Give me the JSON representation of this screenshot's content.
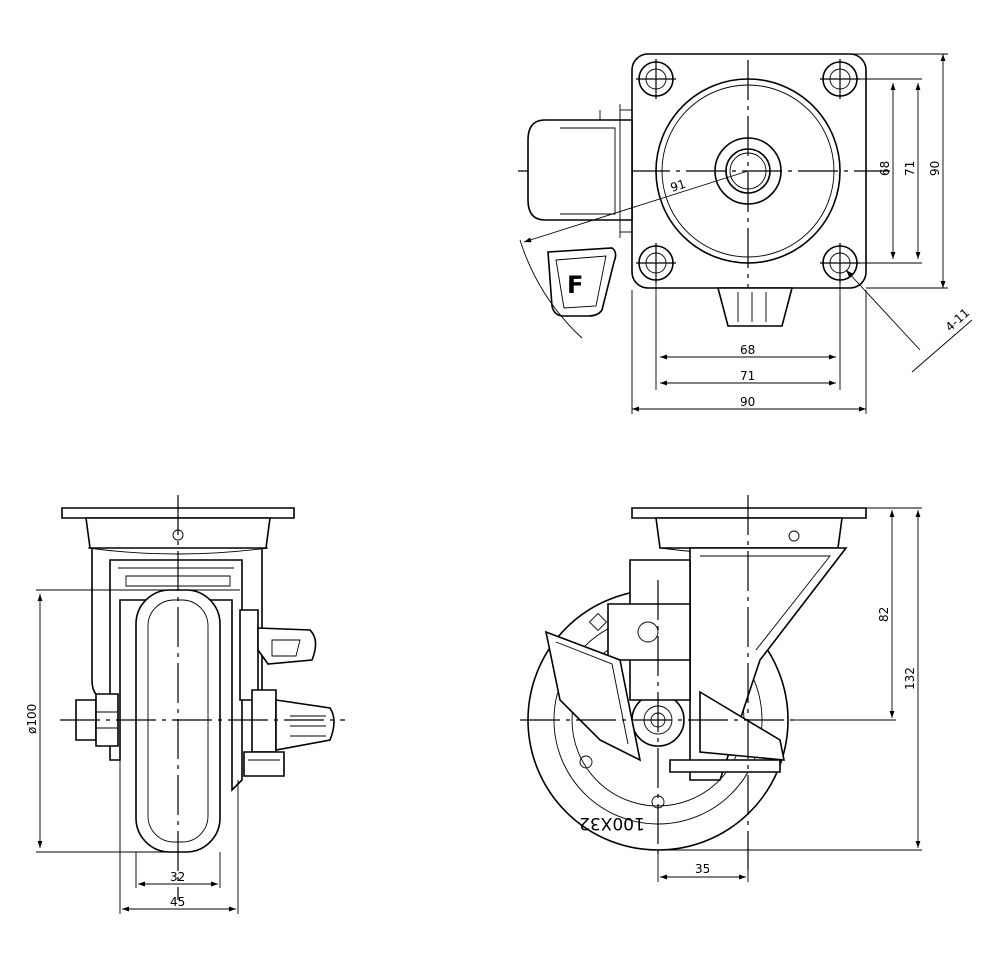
{
  "drawing": {
    "top_view": {
      "dims": {
        "hole_spacing_inner": "68",
        "hole_spacing_outer": "71",
        "plate_width": "90",
        "vert_inner": "68",
        "vert_outer": "71",
        "vert_plate": "90",
        "swing_radius": "91",
        "hole_callout": "4-11"
      }
    },
    "front_view": {
      "dims": {
        "wheel_diameter": "ø100",
        "tread_width": "32",
        "overall_width": "45"
      }
    },
    "side_view": {
      "dims": {
        "offset": "35",
        "axle_height": "82",
        "overall_height": "132"
      },
      "wheel_marking": "100X32"
    },
    "brake_logo": "F"
  }
}
